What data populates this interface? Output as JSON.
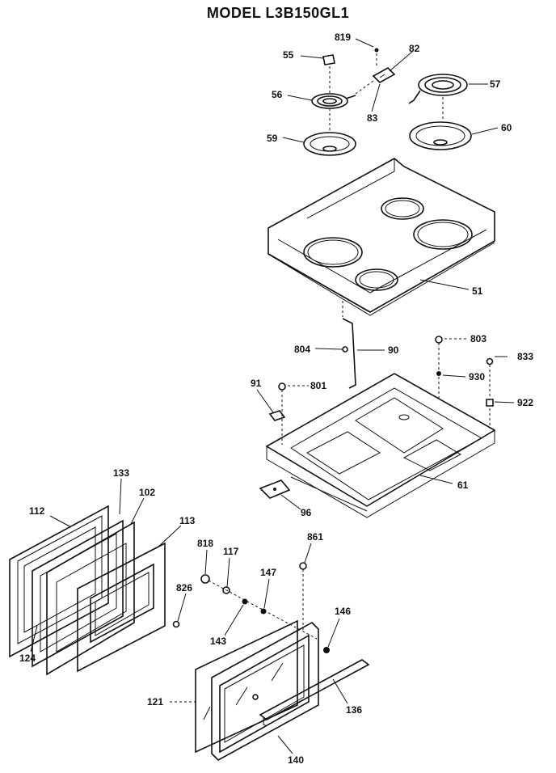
{
  "title": "MODEL L3B150GL1",
  "labels": {
    "p819": "819",
    "p82": "82",
    "p55": "55",
    "p56": "56",
    "p83": "83",
    "p57": "57",
    "p59": "59",
    "p60": "60",
    "p51": "51",
    "p804": "804",
    "p90": "90",
    "p803": "803",
    "p833": "833",
    "p930": "930",
    "p91": "91",
    "p801": "801",
    "p922": "922",
    "p61": "61",
    "p96": "96",
    "p133": "133",
    "p102": "102",
    "p112": "112",
    "p113": "113",
    "p818": "818",
    "p117": "117",
    "p147": "147",
    "p861": "861",
    "p826": "826",
    "p143": "143",
    "p146": "146",
    "p124": "124",
    "p121": "121",
    "p136": "136",
    "p140": "140"
  }
}
